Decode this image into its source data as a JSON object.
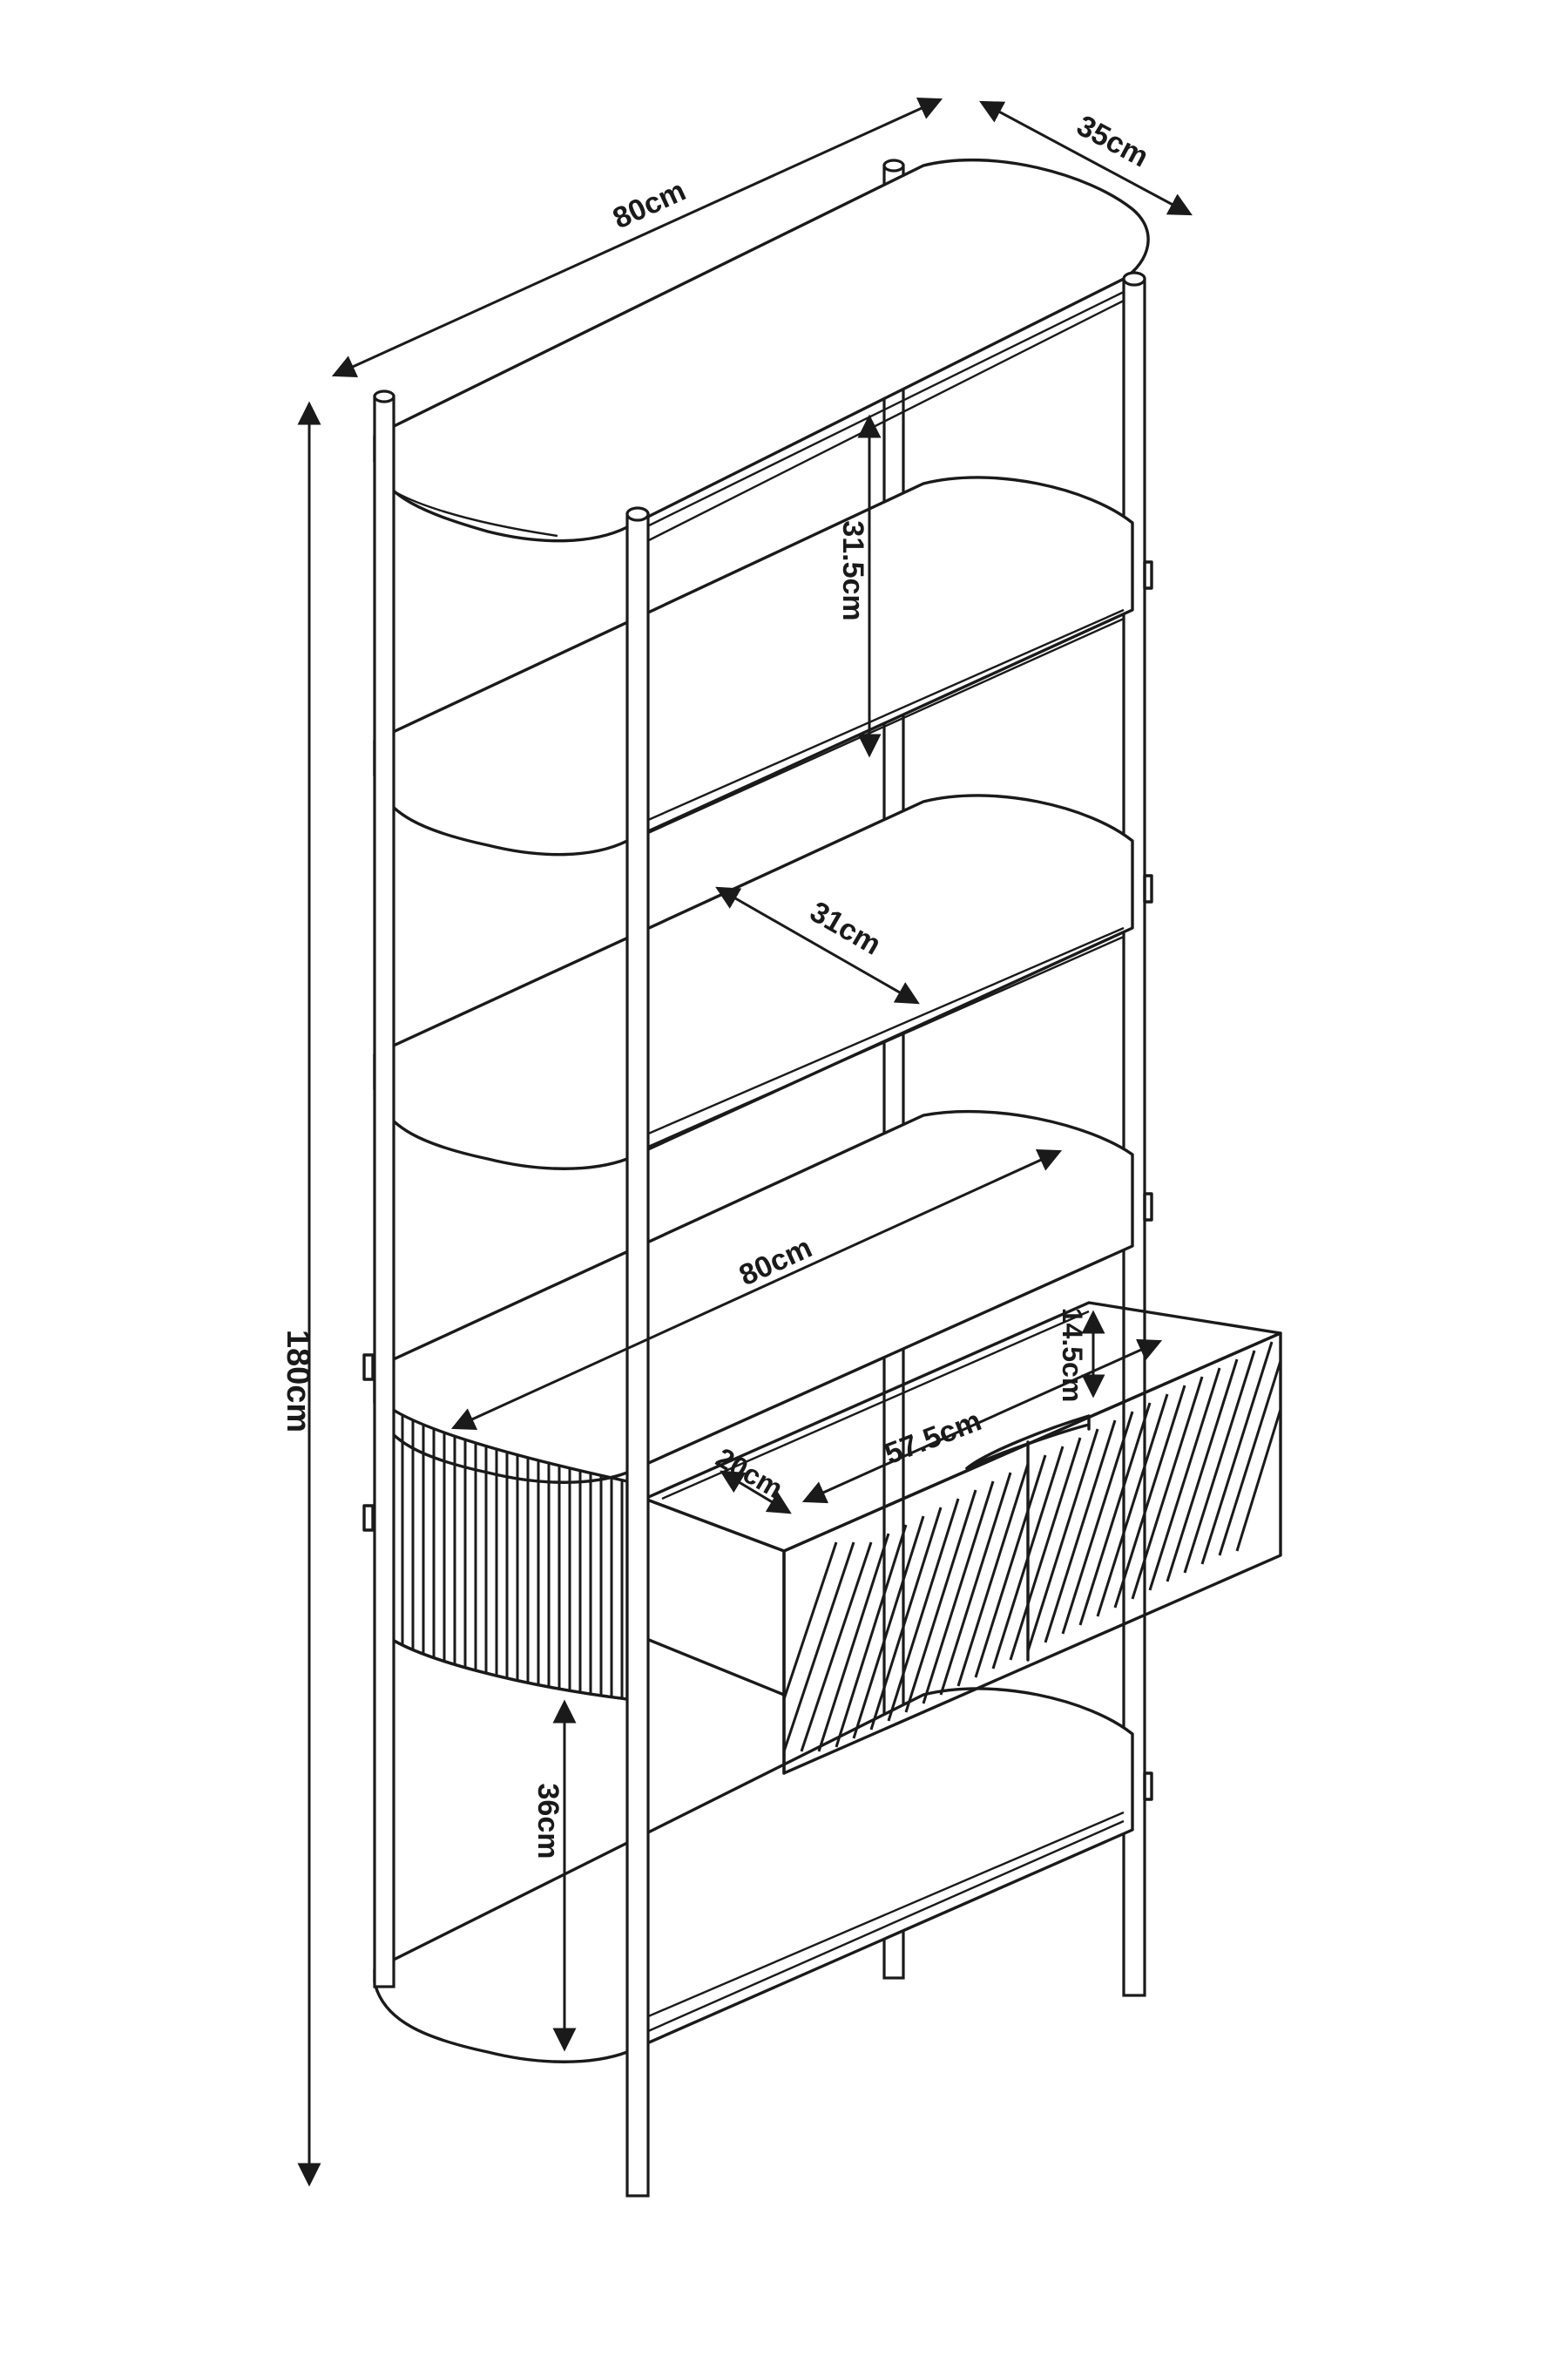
{
  "figure": {
    "subject": "shelving unit dimension drawing",
    "line_color": "#1a1a1a",
    "background": "#ffffff"
  },
  "dimensions": {
    "top_width": "80cm",
    "top_depth": "35cm",
    "total_height": "180cm",
    "shelf_spacing": "31.5cm",
    "shelf_depth": "31cm",
    "cabinet_width": "80cm",
    "drawer_height": "14.5cm",
    "drawer_width": "57.5cm",
    "drawer_depth": "20cm",
    "bottom_clearance": "36cm"
  }
}
